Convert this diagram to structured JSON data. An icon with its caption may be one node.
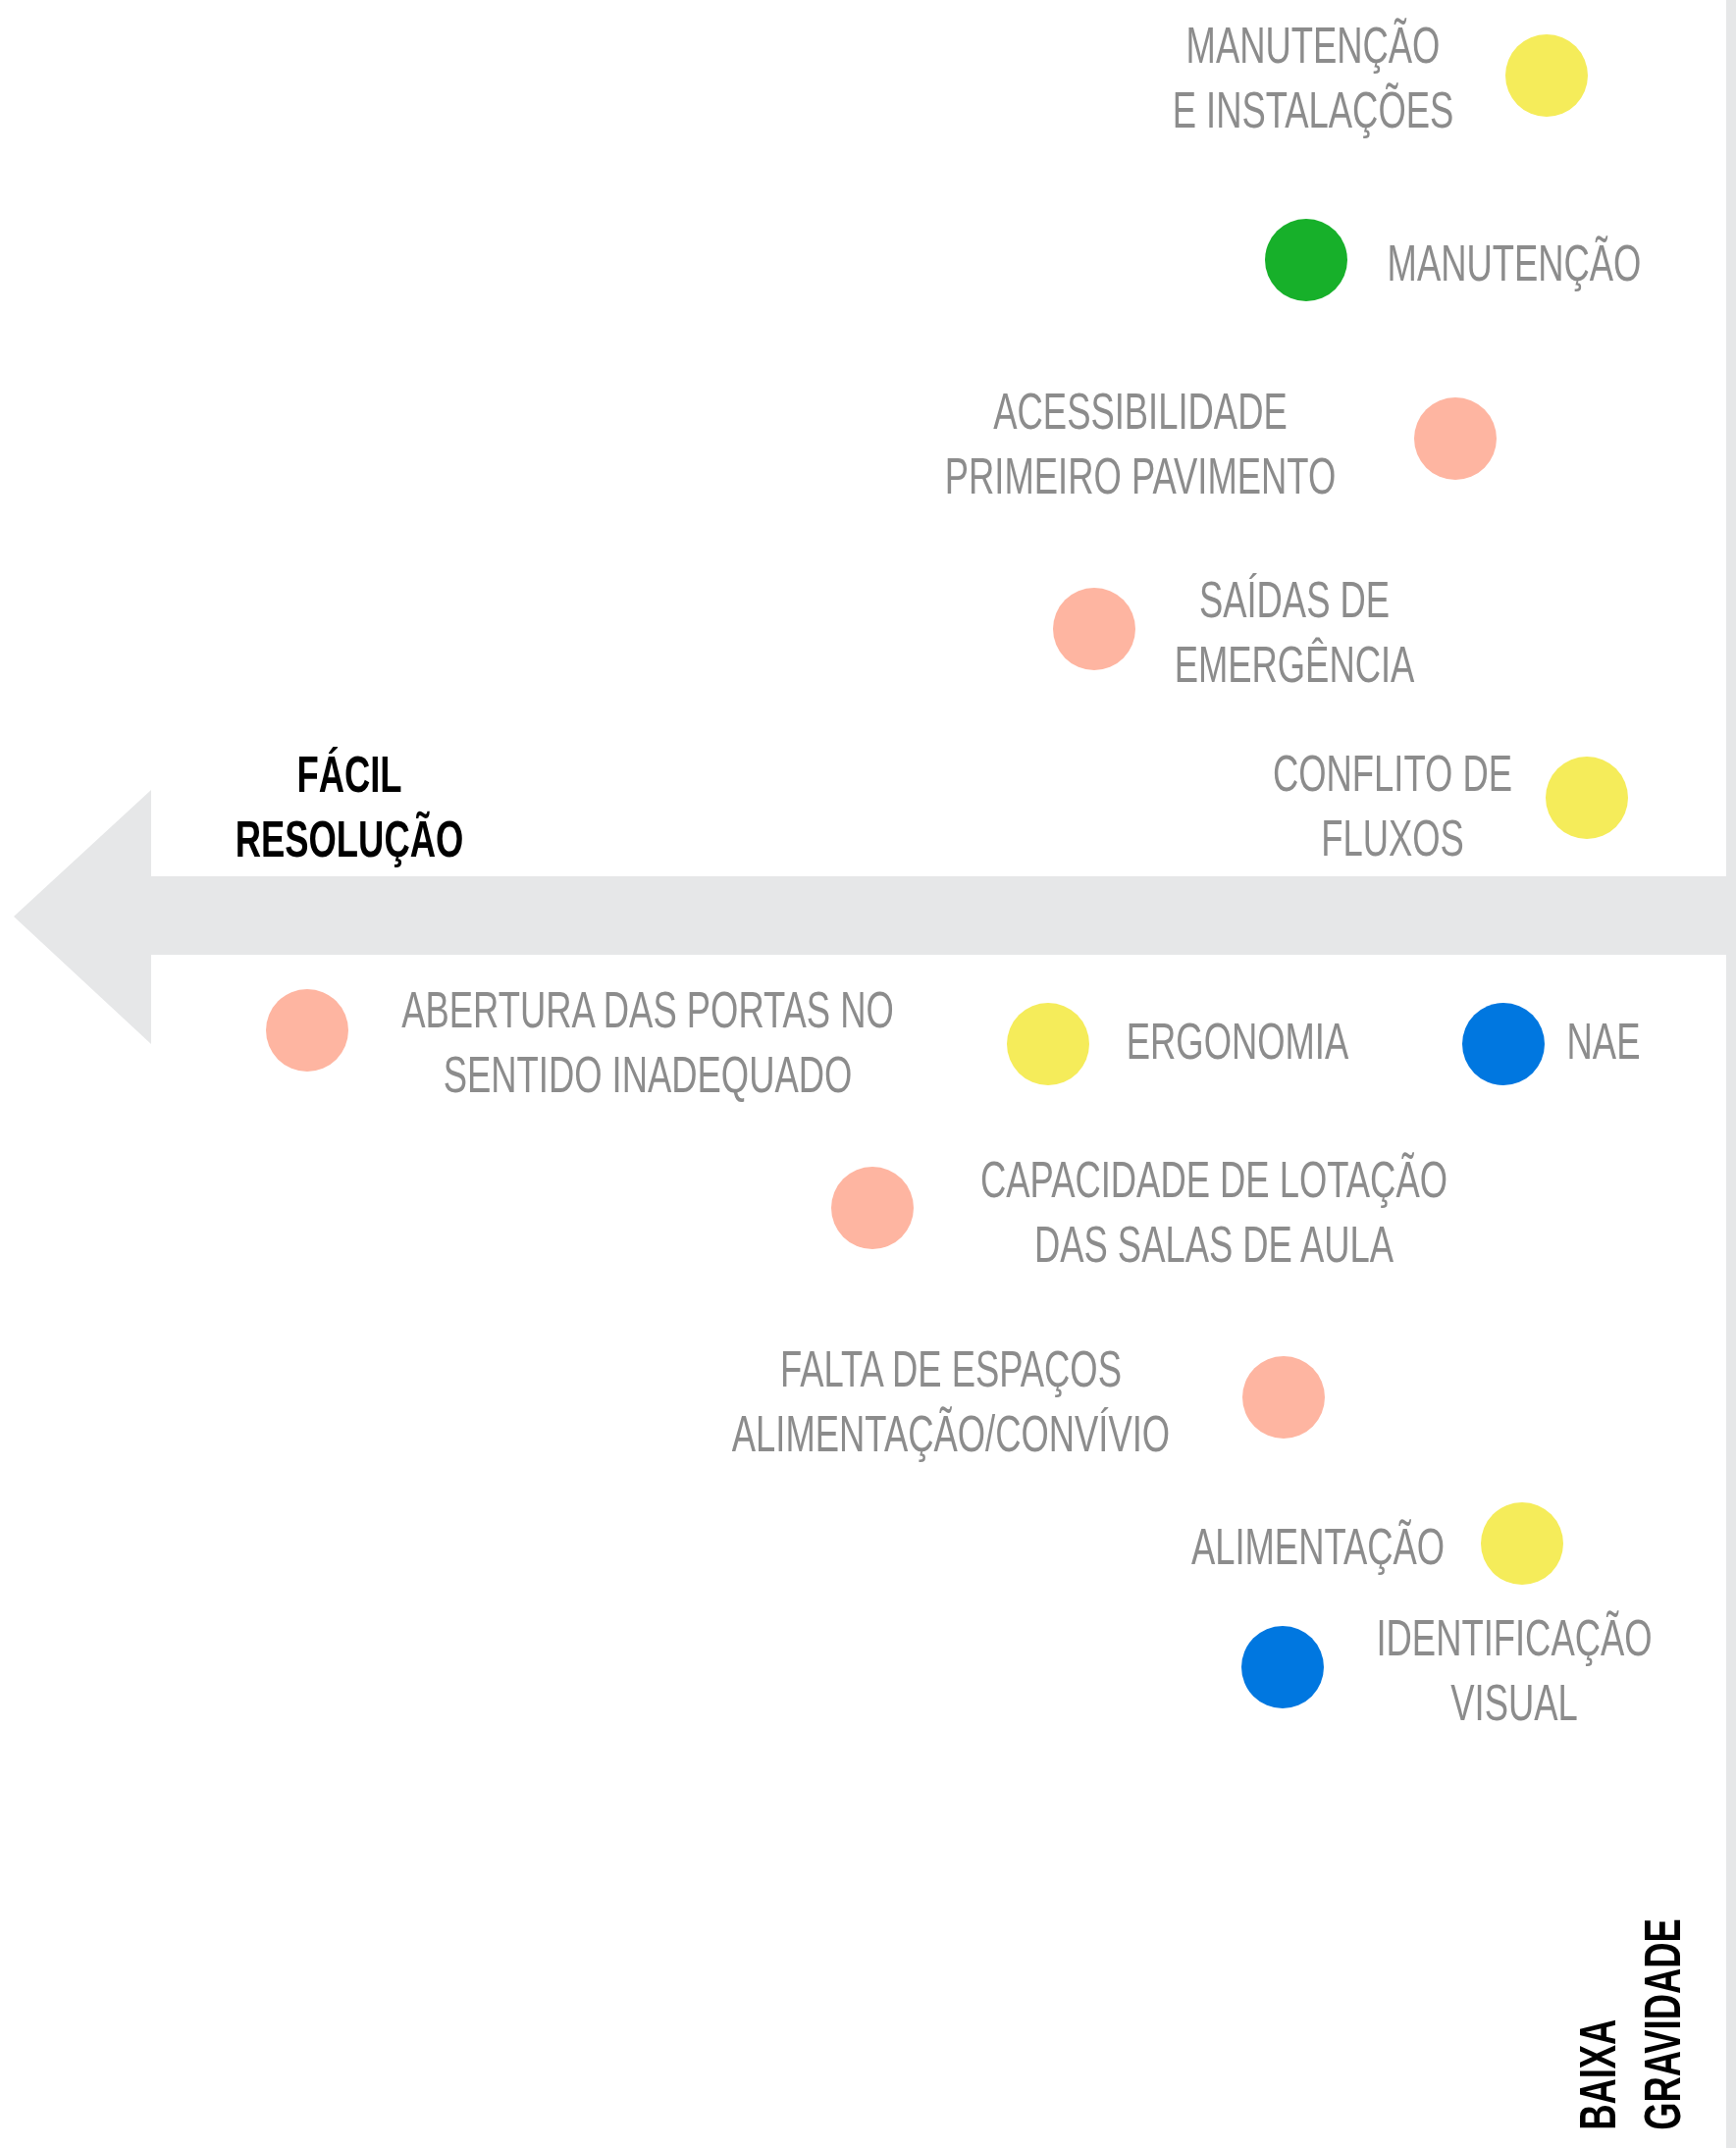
{
  "diagram": {
    "nodes": [
      {
        "text": [],
        "shape": "circle",
        "beside": [
          "MANUTENÇÃO E INSTALAÇÕES"
        ]
      },
      {
        "text": [],
        "shape": "circle",
        "beside": [
          "MANUTENÇÃO"
        ]
      },
      {
        "text": [],
        "shape": "circle",
        "beside": [
          "ACESSIBILIDADE PRIMEIRO PAVIMENTO"
        ]
      },
      {
        "text": [],
        "shape": "circle",
        "beside": [
          "SAÍDAS DE EMERGÊNCIA"
        ]
      },
      {
        "text": [],
        "shape": "circle",
        "beside": [
          "CONFLITO DE FLUXOS"
        ]
      },
      {
        "text": [],
        "shape": "circle",
        "beside": [
          "ABERTURA DAS PORTAS NO SENTIDO INADEQUADO"
        ]
      },
      {
        "text": [],
        "shape": "circle",
        "beside": [
          "ERGONOMIA"
        ]
      },
      {
        "text": [],
        "shape": "circle",
        "beside": [
          "NAE"
        ]
      },
      {
        "text": [],
        "shape": "circle",
        "beside": [
          "CAPACIDADE DE LOTAÇÃO DAS SALAS DE AULA"
        ]
      },
      {
        "text": [],
        "shape": "circle",
        "beside": [
          "FALTA DE ESPAÇOS ALIMENTAÇÃO/CONVÍVIO"
        ]
      },
      {
        "text": [],
        "shape": "circle",
        "beside": [
          "ALIMENTAÇÃO"
        ]
      },
      {
        "text": [],
        "shape": "circle",
        "beside": [
          "IDENTIFICAÇÃO VISUAL"
        ]
      }
    ],
    "labels": [
      "FÁCIL RESOLUÇÃO",
      "BAIXA GRAVIDADE"
    ]
  }
}
